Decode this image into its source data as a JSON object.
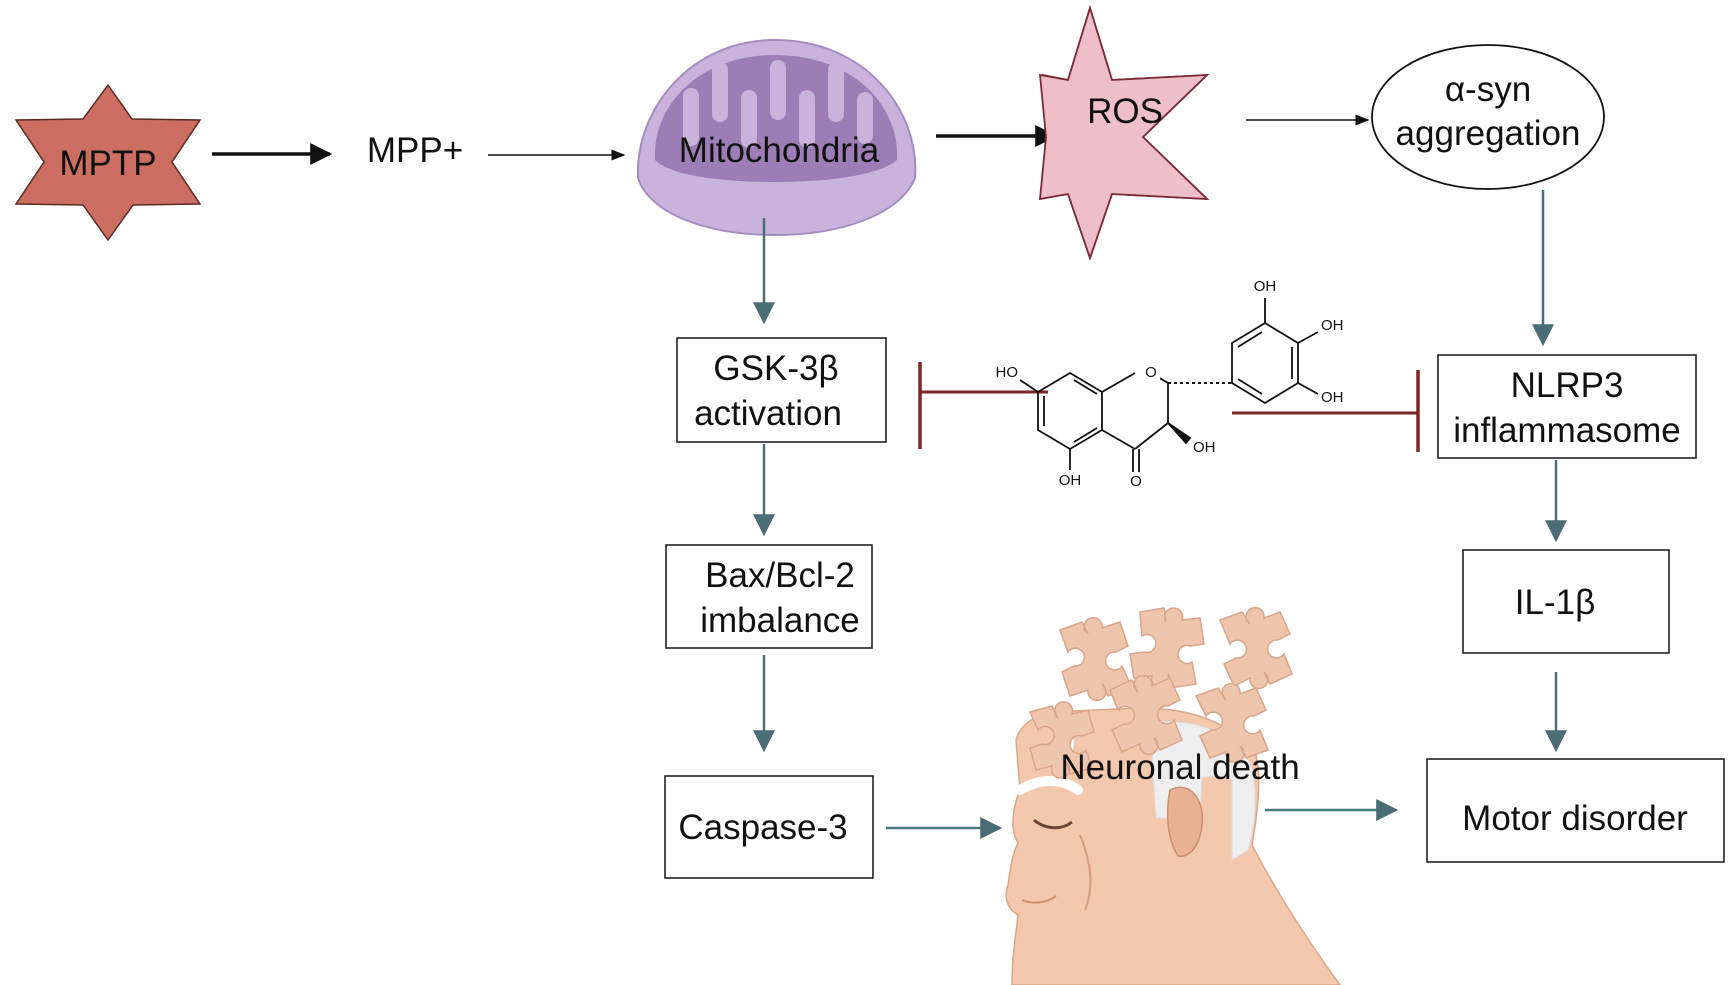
{
  "nodes": {
    "mptp": "MPTP",
    "mpp": "MPP+",
    "mitochondria": "Mitochondria",
    "ros": "ROS",
    "asyn_line1": "α-syn",
    "asyn_line2": "aggregation",
    "gsk_line1": "GSK-3β",
    "gsk_line2": "activation",
    "bax_line1": "Bax/Bcl-2",
    "bax_line2": "imbalance",
    "caspase": "Caspase-3",
    "nlrp3_line1": "NLRP3",
    "nlrp3_line2": "inflammasome",
    "il1b": "IL-1β",
    "neuronal_death": "Neuronal death",
    "motor_disorder": "Motor disorder"
  },
  "molecule": {
    "oh_top": "OH",
    "oh_right": "OH",
    "oh_ring_b": "OH",
    "ho_left": "HO",
    "oh_c3": "OH",
    "oh_bottom": "OH",
    "o_ring": "O",
    "o_keto": "O"
  },
  "colors": {
    "mptp_fill": "#cd6e63",
    "ros_fill": "#eebfc6",
    "mito_outer": "#c9b3dc",
    "mito_inner": "#9c7db6",
    "arrow_teal": "#4a6c74",
    "inhibit_red": "#7a2626",
    "arrow_black": "#111111"
  }
}
